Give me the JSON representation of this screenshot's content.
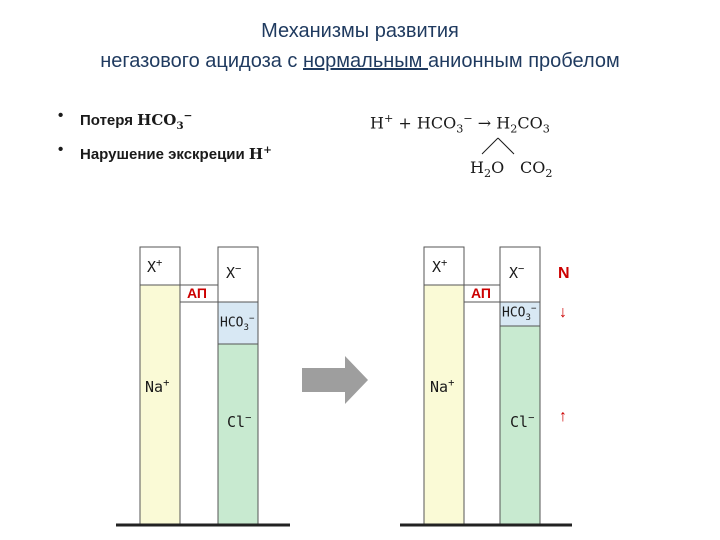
{
  "title": {
    "line1": "Механизмы развития",
    "line2_pre": "негазового ацидоза с ",
    "line2_underlined": "нормальным ",
    "line2_post": "анионным пробелом"
  },
  "bullets": [
    {
      "text": "Потеря ",
      "formula": "HCO",
      "sub": "3",
      "sup": "−"
    },
    {
      "text": "Нарушение экскреции ",
      "formula": "H",
      "sup": "+"
    }
  ],
  "reaction": {
    "h": "H",
    "h_sup": "+",
    "plus": " + ",
    "hco3": "HCO",
    "hco3_sub": "3",
    "hco3_sup": "−",
    "arrow": " → ",
    "h2co3": "H",
    "h2co3_sub": "2",
    "h2co3_tail": "CO",
    "h2co3_sub2": "3",
    "h2o": "H",
    "h2o_sub": "2",
    "h2o_tail": "O",
    "co2": "CO",
    "co2_sub": "2"
  },
  "left_diagram": {
    "cation_top": "X",
    "cation_top_sup": "+",
    "anion_top": "X",
    "anion_top_sup": "−",
    "ap": "АП",
    "hco3": "HCO",
    "hco3_sub": "3",
    "hco3_sup": "−",
    "na": "Na",
    "na_sup": "+",
    "cl": "Cl",
    "cl_sup": "−"
  },
  "right_diagram": {
    "cation_top": "X",
    "cation_top_sup": "+",
    "anion_top": "X",
    "anion_top_sup": "−",
    "ap": "АП",
    "hco3": "HCO",
    "hco3_sub": "3",
    "hco3_sup": "−",
    "na": "Na",
    "na_sup": "+",
    "cl": "Cl",
    "cl_sup": "−"
  },
  "indicators": {
    "normal": "N",
    "down": "↓",
    "up": "↑"
  },
  "colors": {
    "na_column": "#fafad6",
    "hco3": "#d8e8f4",
    "cl": "#c8ead0",
    "arrow": "#9e9e9e",
    "red": "#cc0000"
  }
}
